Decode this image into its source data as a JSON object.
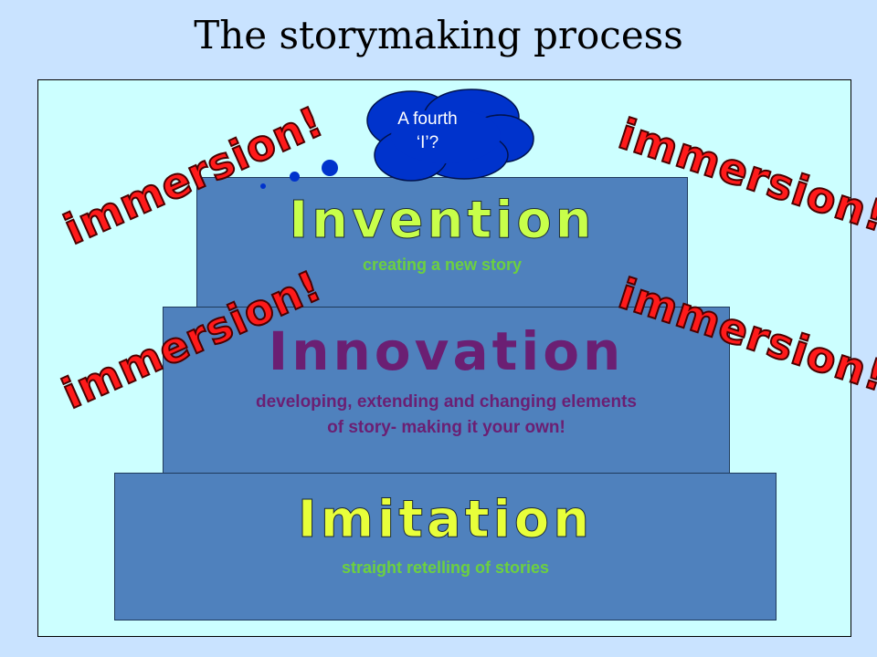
{
  "title": "The storymaking process",
  "thought_cloud": {
    "text_line1": "A fourth",
    "text_line2": "‘I’?"
  },
  "immersion_label": "immersion!",
  "tiers": {
    "invention": {
      "name": "Invention",
      "desc": "creating a new story"
    },
    "innovation": {
      "name": "Innovation",
      "desc_line1": "developing, extending and changing elements",
      "desc_line2": "of story- making it your own!"
    },
    "imitation": {
      "name": "Imitation",
      "desc": "straight retelling of stories"
    }
  },
  "colors": {
    "background": "#c9e3ff",
    "frame": "#ccffff",
    "tier_fill": "#4f81bd",
    "immersion": "#ff1a1a",
    "cloud": "#0033cc",
    "invention_text": "#c8ff4a",
    "innovation_text": "#6b1f73",
    "imitation_text": "#e8ff3a"
  }
}
